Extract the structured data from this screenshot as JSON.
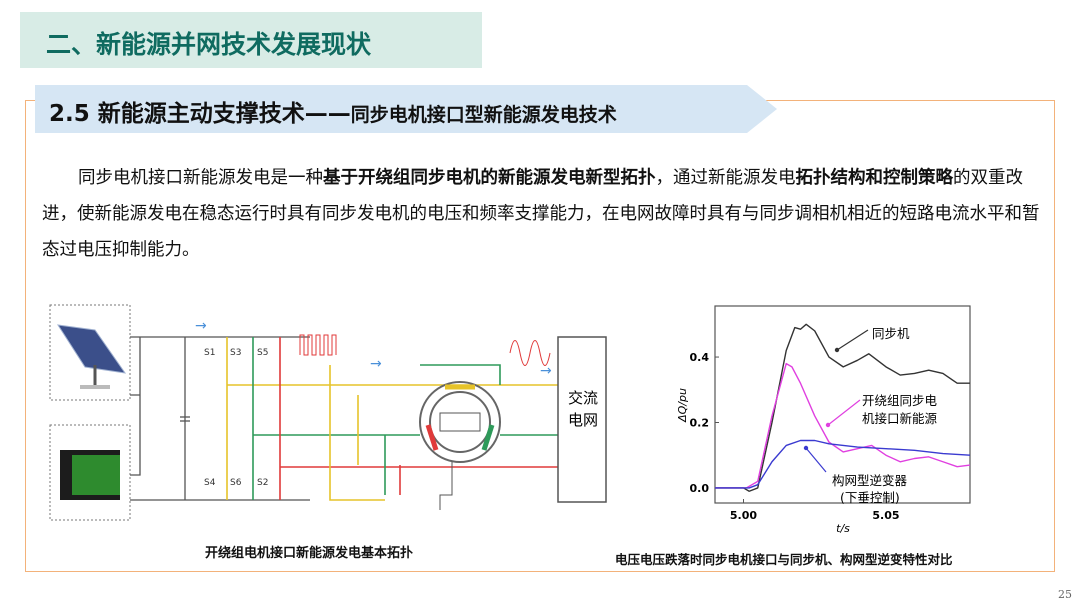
{
  "section_header": "二、新能源并网技术发展现状",
  "subsection": {
    "number": "2.5",
    "title_main": "新能源主动支撑技术——",
    "title_sub": "同步电机接口型新能源发电技术"
  },
  "paragraph": [
    {
      "text": "同步电机接口新能源发电是一种",
      "bold": false
    },
    {
      "text": "基于开绕组同步电机的新能源发电新型拓扑",
      "bold": true
    },
    {
      "text": "，通过新能源发电",
      "bold": false
    },
    {
      "text": "拓扑结构和控制策略",
      "bold": true
    },
    {
      "text": "的双重改进，使新能源发电在稳态运行时具有同步发电机的电压和频率支撑能力，在电网故障时具有与同步调相机相近的短路电流水平和暂态过电压抑制能力。",
      "bold": false
    }
  ],
  "diagram": {
    "caption": "开绕组电机接口新能源发电基本拓扑",
    "grid_label_1": "交流",
    "grid_label_2": "电网",
    "switches": [
      "S1",
      "S3",
      "S5",
      "S4",
      "S6",
      "S2"
    ]
  },
  "chart_data": {
    "type": "line",
    "caption": "电压电压跌落时同步电机接口与同步机、构网型逆变特性对比",
    "xlabel": "t/s",
    "ylabel": "ΔQ/pu",
    "xlim": [
      4.99,
      5.0795
    ],
    "ylim": [
      -0.046,
      0.556
    ],
    "xticks": [
      5.0,
      5.05
    ],
    "xtick_labels": [
      "5.00",
      "5.05"
    ],
    "yticks": [
      0.0,
      0.2,
      0.4
    ],
    "ytick_labels": [
      "0.0",
      "0.2",
      "0.4"
    ],
    "series": [
      {
        "name": "同步机",
        "color": "#333333",
        "points": [
          [
            4.99,
            0
          ],
          [
            5.0,
            0
          ],
          [
            5.002,
            -0.01
          ],
          [
            5.005,
            0
          ],
          [
            5.01,
            0.2
          ],
          [
            5.015,
            0.42
          ],
          [
            5.018,
            0.49
          ],
          [
            5.02,
            0.485
          ],
          [
            5.022,
            0.5
          ],
          [
            5.025,
            0.48
          ],
          [
            5.03,
            0.4
          ],
          [
            5.035,
            0.37
          ],
          [
            5.04,
            0.39
          ],
          [
            5.044,
            0.41
          ],
          [
            5.05,
            0.37
          ],
          [
            5.055,
            0.345
          ],
          [
            5.06,
            0.35
          ],
          [
            5.065,
            0.36
          ],
          [
            5.07,
            0.35
          ],
          [
            5.075,
            0.32
          ],
          [
            5.0795,
            0.32
          ]
        ]
      },
      {
        "name": "开绕组同步电机接口新能源",
        "color": "#e040e0",
        "points": [
          [
            4.99,
            0
          ],
          [
            5.001,
            0
          ],
          [
            5.005,
            0.02
          ],
          [
            5.01,
            0.22
          ],
          [
            5.015,
            0.38
          ],
          [
            5.017,
            0.37
          ],
          [
            5.02,
            0.32
          ],
          [
            5.025,
            0.22
          ],
          [
            5.03,
            0.14
          ],
          [
            5.035,
            0.11
          ],
          [
            5.04,
            0.12
          ],
          [
            5.045,
            0.13
          ],
          [
            5.05,
            0.1
          ],
          [
            5.055,
            0.08
          ],
          [
            5.06,
            0.09
          ],
          [
            5.065,
            0.095
          ],
          [
            5.07,
            0.08
          ],
          [
            5.075,
            0.065
          ],
          [
            5.0795,
            0.07
          ]
        ]
      },
      {
        "name": "构网型逆变器（下垂控制）",
        "color": "#3a3ad0",
        "points": [
          [
            4.99,
            0
          ],
          [
            5.002,
            0
          ],
          [
            5.005,
            0.01
          ],
          [
            5.01,
            0.08
          ],
          [
            5.015,
            0.13
          ],
          [
            5.02,
            0.145
          ],
          [
            5.025,
            0.145
          ],
          [
            5.03,
            0.135
          ],
          [
            5.04,
            0.125
          ],
          [
            5.05,
            0.12
          ],
          [
            5.06,
            0.115
          ],
          [
            5.07,
            0.105
          ],
          [
            5.0795,
            0.1
          ]
        ]
      }
    ],
    "annotations": [
      "同步机",
      "开绕组同步电",
      "机接口新能源",
      "构网型逆变器",
      "(下垂控制)"
    ]
  },
  "page_number": "25"
}
